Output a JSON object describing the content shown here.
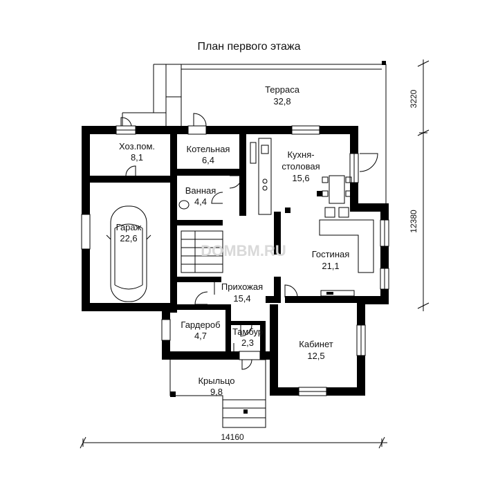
{
  "title": "План первого этажа",
  "watermark": "DOMBM.RU",
  "rooms": {
    "terrace": {
      "name": "Терраса",
      "area": "32,8"
    },
    "storage": {
      "name": "Хоз.пом.",
      "area": "8,1"
    },
    "boiler": {
      "name": "Котельная",
      "area": "6,4"
    },
    "kitchen": {
      "name_line1": "Кухня-",
      "name_line2": "столовая",
      "area": "15,6"
    },
    "bathroom": {
      "name": "Ванная",
      "area": "4,4"
    },
    "garage": {
      "name": "Гараж",
      "area": "22,6"
    },
    "living": {
      "name": "Гостиная",
      "area": "21,1"
    },
    "hall": {
      "name": "Прихожая",
      "area": "15,4"
    },
    "wardrobe": {
      "name": "Гардероб",
      "area": "4,7"
    },
    "vestibule": {
      "name": "Тамбур",
      "area": "2,3"
    },
    "office": {
      "name": "Кабинет",
      "area": "12,5"
    },
    "porch": {
      "name": "Крыльцо",
      "area": "9,8"
    }
  },
  "dimensions": {
    "width": "14160",
    "height_main": "12380",
    "height_terrace": "3220"
  }
}
